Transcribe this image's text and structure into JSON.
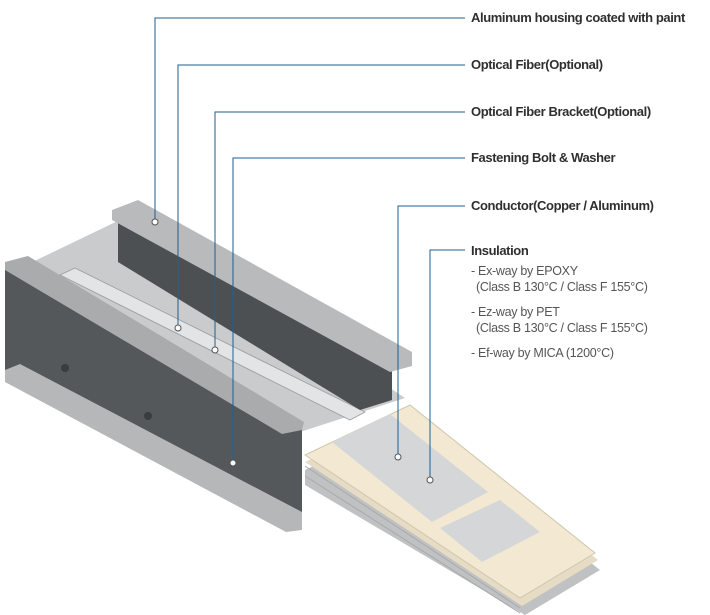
{
  "labels": {
    "housing": "Aluminum housing coated with paint",
    "fiber": "Optical Fiber(Optional)",
    "bracket": "Optical Fiber Bracket(Optional)",
    "bolt": "Fastening Bolt & Washer",
    "conductor": "Conductor(Copper / Aluminum)",
    "insulation": "Insulation"
  },
  "insulation_items": [
    "- Ex-way by EPOXY",
    "  (Class B 130°C / Class F 155°C)",
    "- Ez-way by PET",
    "  (Class B 130°C / Class F 155°C)",
    "- Ef-way by MICA (1200°C)"
  ],
  "colors": {
    "leader": "#1f5f8f",
    "housing_dark": "#505356",
    "housing_light": "#c9cbcd",
    "insulation": "#f3e9d2",
    "conductor": "#d4d6d8"
  }
}
